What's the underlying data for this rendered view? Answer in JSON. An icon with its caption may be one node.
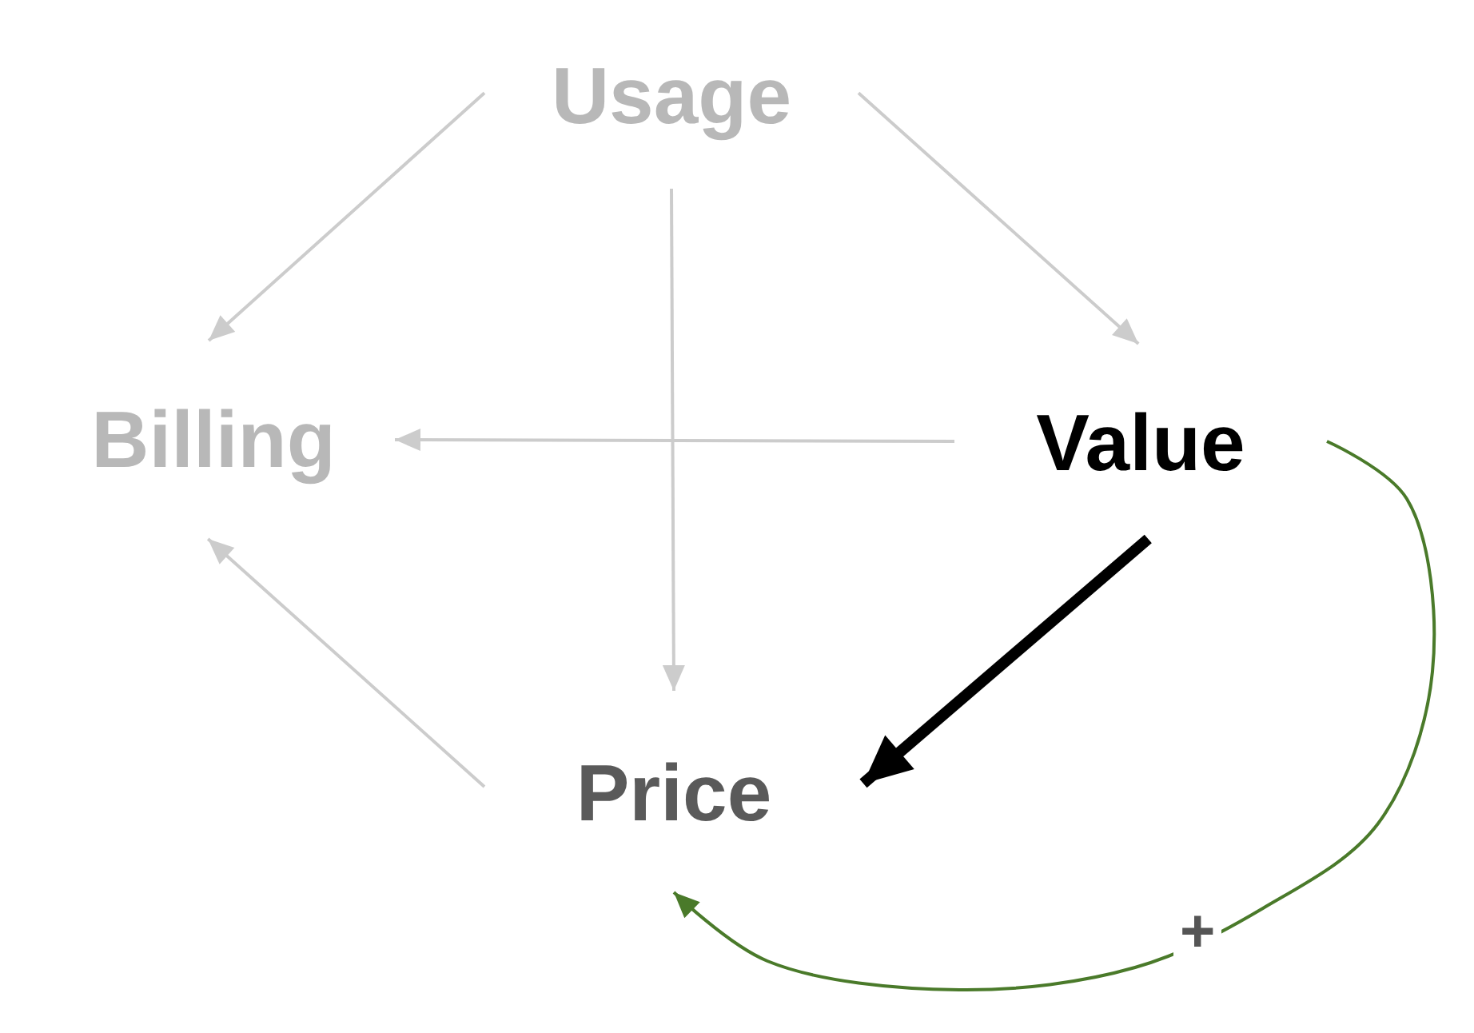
{
  "diagram": {
    "nodes": [
      {
        "text": [
          "Usage"
        ]
      },
      {
        "text": [
          "Billing"
        ]
      },
      {
        "text": [
          "Value"
        ]
      },
      {
        "text": [
          "Price"
        ]
      }
    ],
    "edges": [
      {
        "from": 0,
        "to": 1,
        "arrow": "to"
      },
      {
        "from": 0,
        "to": 2,
        "arrow": "to"
      },
      {
        "from": 0,
        "to": 3,
        "arrow": "to"
      },
      {
        "from": 2,
        "to": 1,
        "arrow": "to"
      },
      {
        "from": 3,
        "to": 1,
        "arrow": "to"
      },
      {
        "from": 2,
        "to": 3,
        "arrow": "to",
        "style": "thick",
        "color": "#000000"
      },
      {
        "from": 2,
        "to": 3,
        "arrow": "to",
        "label": "+",
        "color": "#4a7a2a"
      }
    ]
  }
}
